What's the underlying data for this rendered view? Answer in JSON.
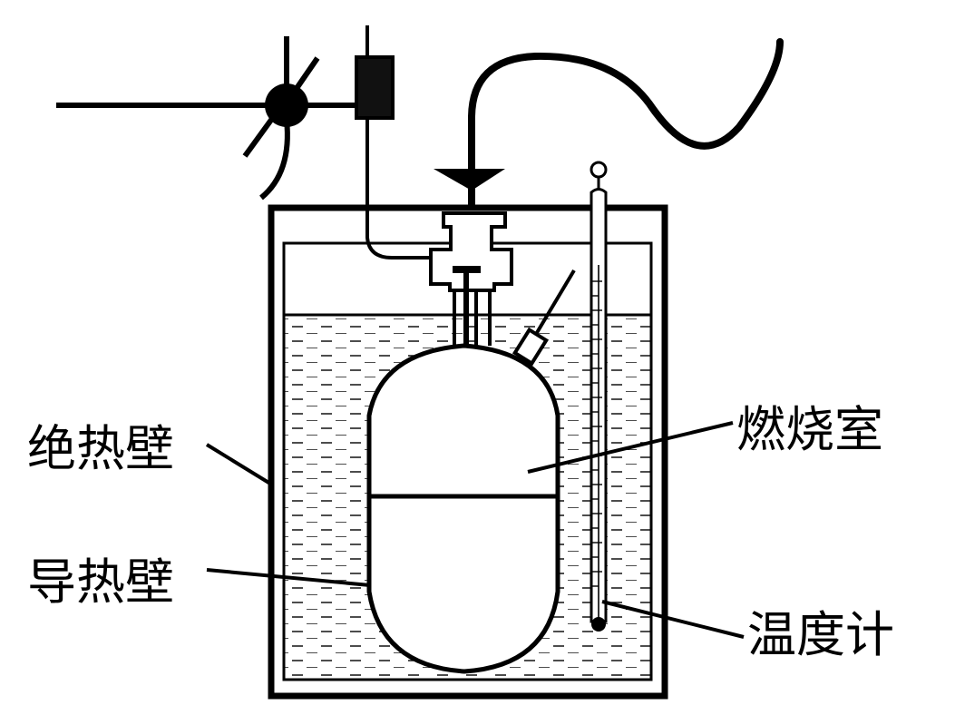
{
  "labels": {
    "adiabatic_wall": "绝热壁",
    "conductive_wall": "导热壁",
    "combustion_chamber": "燃烧室",
    "thermometer": "温度计"
  }
}
